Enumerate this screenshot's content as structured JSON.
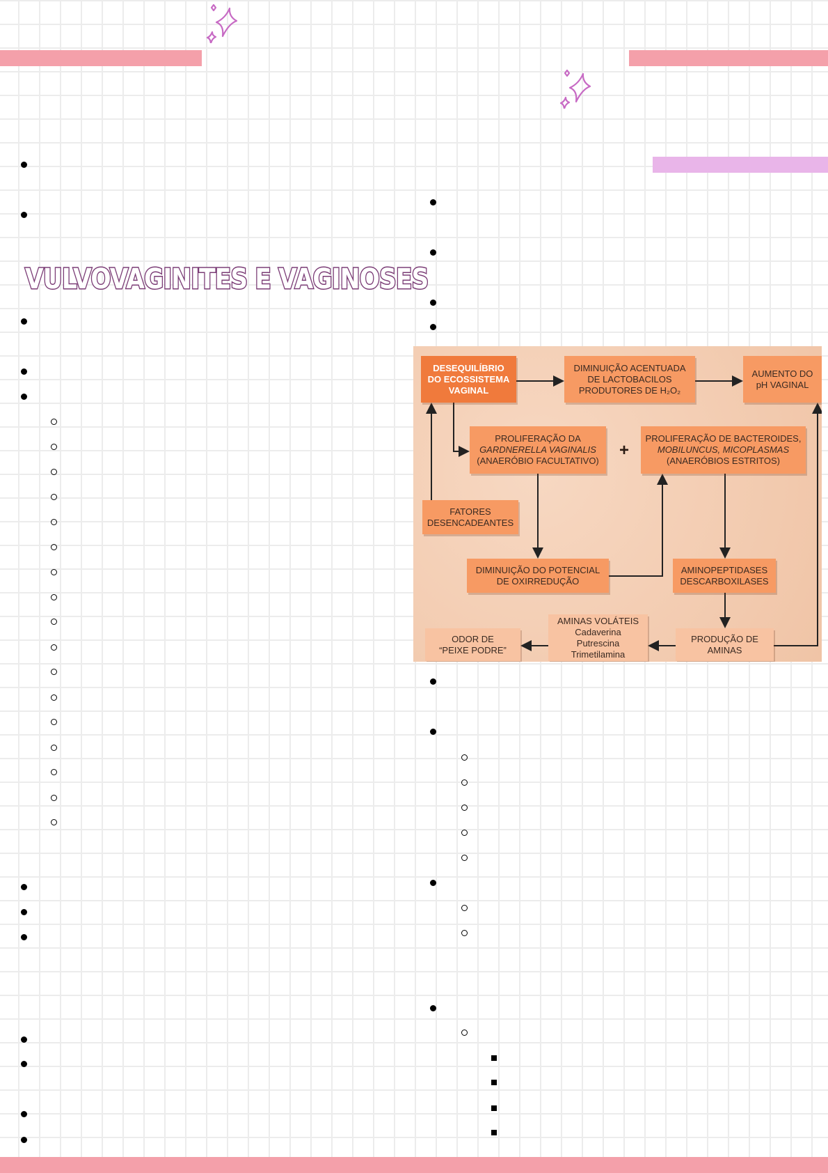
{
  "title": "VULVOVAGINITES E VAGINOSES",
  "colors": {
    "pink_bar": "#f4a0aa",
    "lilac_bar": "#e9b5e9",
    "title": "#7a3b75",
    "sparkle": "#c76ac4"
  },
  "diagram": {
    "box1": [
      "DESEQUILÍBRIO",
      "DO ECOSSISTEMA",
      "VAGINAL"
    ],
    "box2": [
      "DIMINUIÇÃO ACENTUADA",
      "DE LACTOBACILOS",
      "PRODUTORES DE H₂O₂"
    ],
    "box3": [
      "AUMENTO DO",
      "pH VAGINAL"
    ],
    "box4": [
      "PROLIFERAÇÃO DA",
      "GARDNERELLA VAGINALIS",
      "(ANAERÓBIO FACULTATIVO)"
    ],
    "plus": "+",
    "box5": [
      "PROLIFERAÇÃO DE BACTEROIDES,",
      "MOBILUNCUS, MICOPLASMAS",
      "(ANAERÓBIOS ESTRITOS)"
    ],
    "box6": [
      "FATORES",
      "DESENCADEANTES"
    ],
    "box7": [
      "DIMINUIÇÃO DO POTENCIAL",
      "DE OXIRREDUÇÃO"
    ],
    "box8": [
      "AMINOPEPTIDASES",
      "DESCARBOXILASES"
    ],
    "box9": [
      "PRODUÇÃO DE",
      "AMINAS"
    ],
    "box10": [
      "AMINAS VOLÁTEIS",
      "Cadaverina",
      "Putrescina",
      "Trimetilamina"
    ],
    "box11": [
      "ODOR DE",
      "“PEIXE PODRE”"
    ]
  }
}
